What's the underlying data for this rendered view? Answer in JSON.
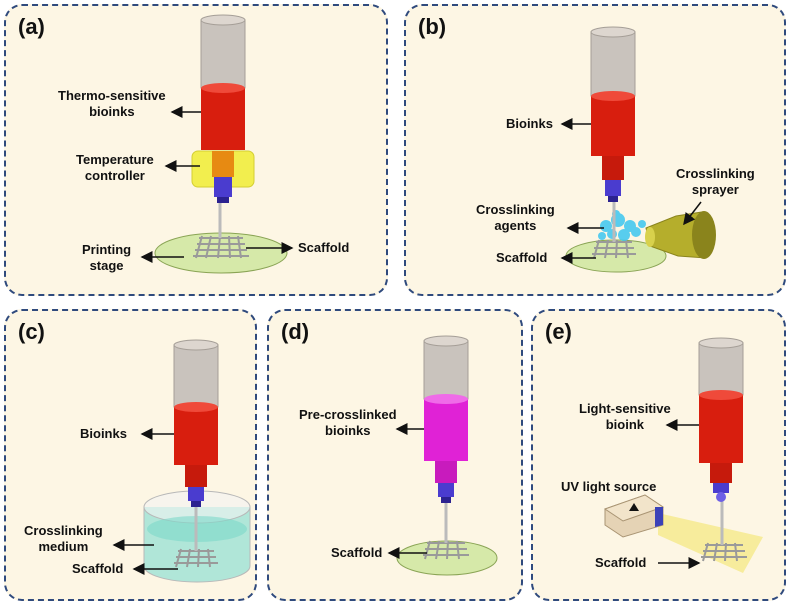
{
  "colors": {
    "panel_bg": "#fdf6e4",
    "panel_border": "#2f4a7d",
    "bioink_red": "#d81e0e",
    "bioink_magenta": "#e022d6",
    "syringe_gray": "#c9c3bd",
    "nozzle_blue": "#4a3ccf",
    "stage_green": "#d6e9a9",
    "controller_yellow": "#f2ee4e",
    "medium_teal": "#8fe0d3",
    "spray_cyan": "#3cc6f0",
    "sprayer_olive": "#b5ae2c",
    "uv_light": "#f5ea8a"
  },
  "panels": {
    "a": {
      "label": "(a)",
      "bioinks": [
        "Thermo-sensitive",
        "bioinks"
      ],
      "controller": [
        "Temperature",
        "controller"
      ],
      "stage": [
        "Printing",
        "stage"
      ],
      "scaffold": "Scaffold"
    },
    "b": {
      "label": "(b)",
      "bioinks": "Bioinks",
      "sprayer": [
        "Crosslinking",
        "sprayer"
      ],
      "agents": [
        "Crosslinking",
        "agents"
      ],
      "scaffold": "Scaffold"
    },
    "c": {
      "label": "(c)",
      "bioinks": "Bioinks",
      "medium": [
        "Crosslinking",
        "medium"
      ],
      "scaffold": "Scaffold"
    },
    "d": {
      "label": "(d)",
      "bioinks": [
        "Pre-crosslinked",
        "bioinks"
      ],
      "scaffold": "Scaffold"
    },
    "e": {
      "label": "(e)",
      "bioinks": [
        "Light-sensitive",
        "bioink"
      ],
      "uv": "UV light source",
      "scaffold": "Scaffold"
    }
  }
}
